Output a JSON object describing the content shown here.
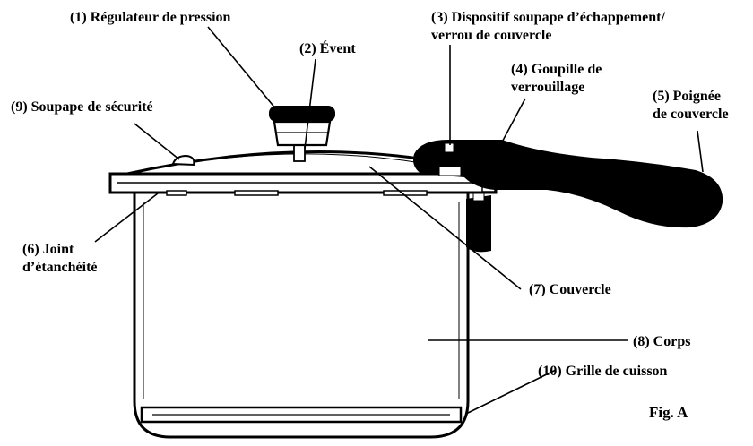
{
  "figure": {
    "caption": "Fig. A"
  },
  "labels": {
    "pressure_regulator": "(1) Régulateur de pression",
    "vent": "(2) Évent",
    "release_device_line1": "(3) Dispositif soupape d’échappement/",
    "release_device_line2": "verrou de couvercle",
    "locking_pin_line1": "(4) Goupille de",
    "locking_pin_line2": "verrouillage",
    "lid_handle_line1": "(5) Poignée",
    "lid_handle_line2": "de couvercle",
    "gasket_line1": "(6) Joint",
    "gasket_line2": "d’étanchéité",
    "lid": "(7) Couvercle",
    "body": "(8) Corps",
    "safety_valve": "(9) Soupape de sécurité",
    "cooking_rack": "(10) Grille de cuisson"
  },
  "colors": {
    "ink": "#000000",
    "paper": "#ffffff"
  }
}
